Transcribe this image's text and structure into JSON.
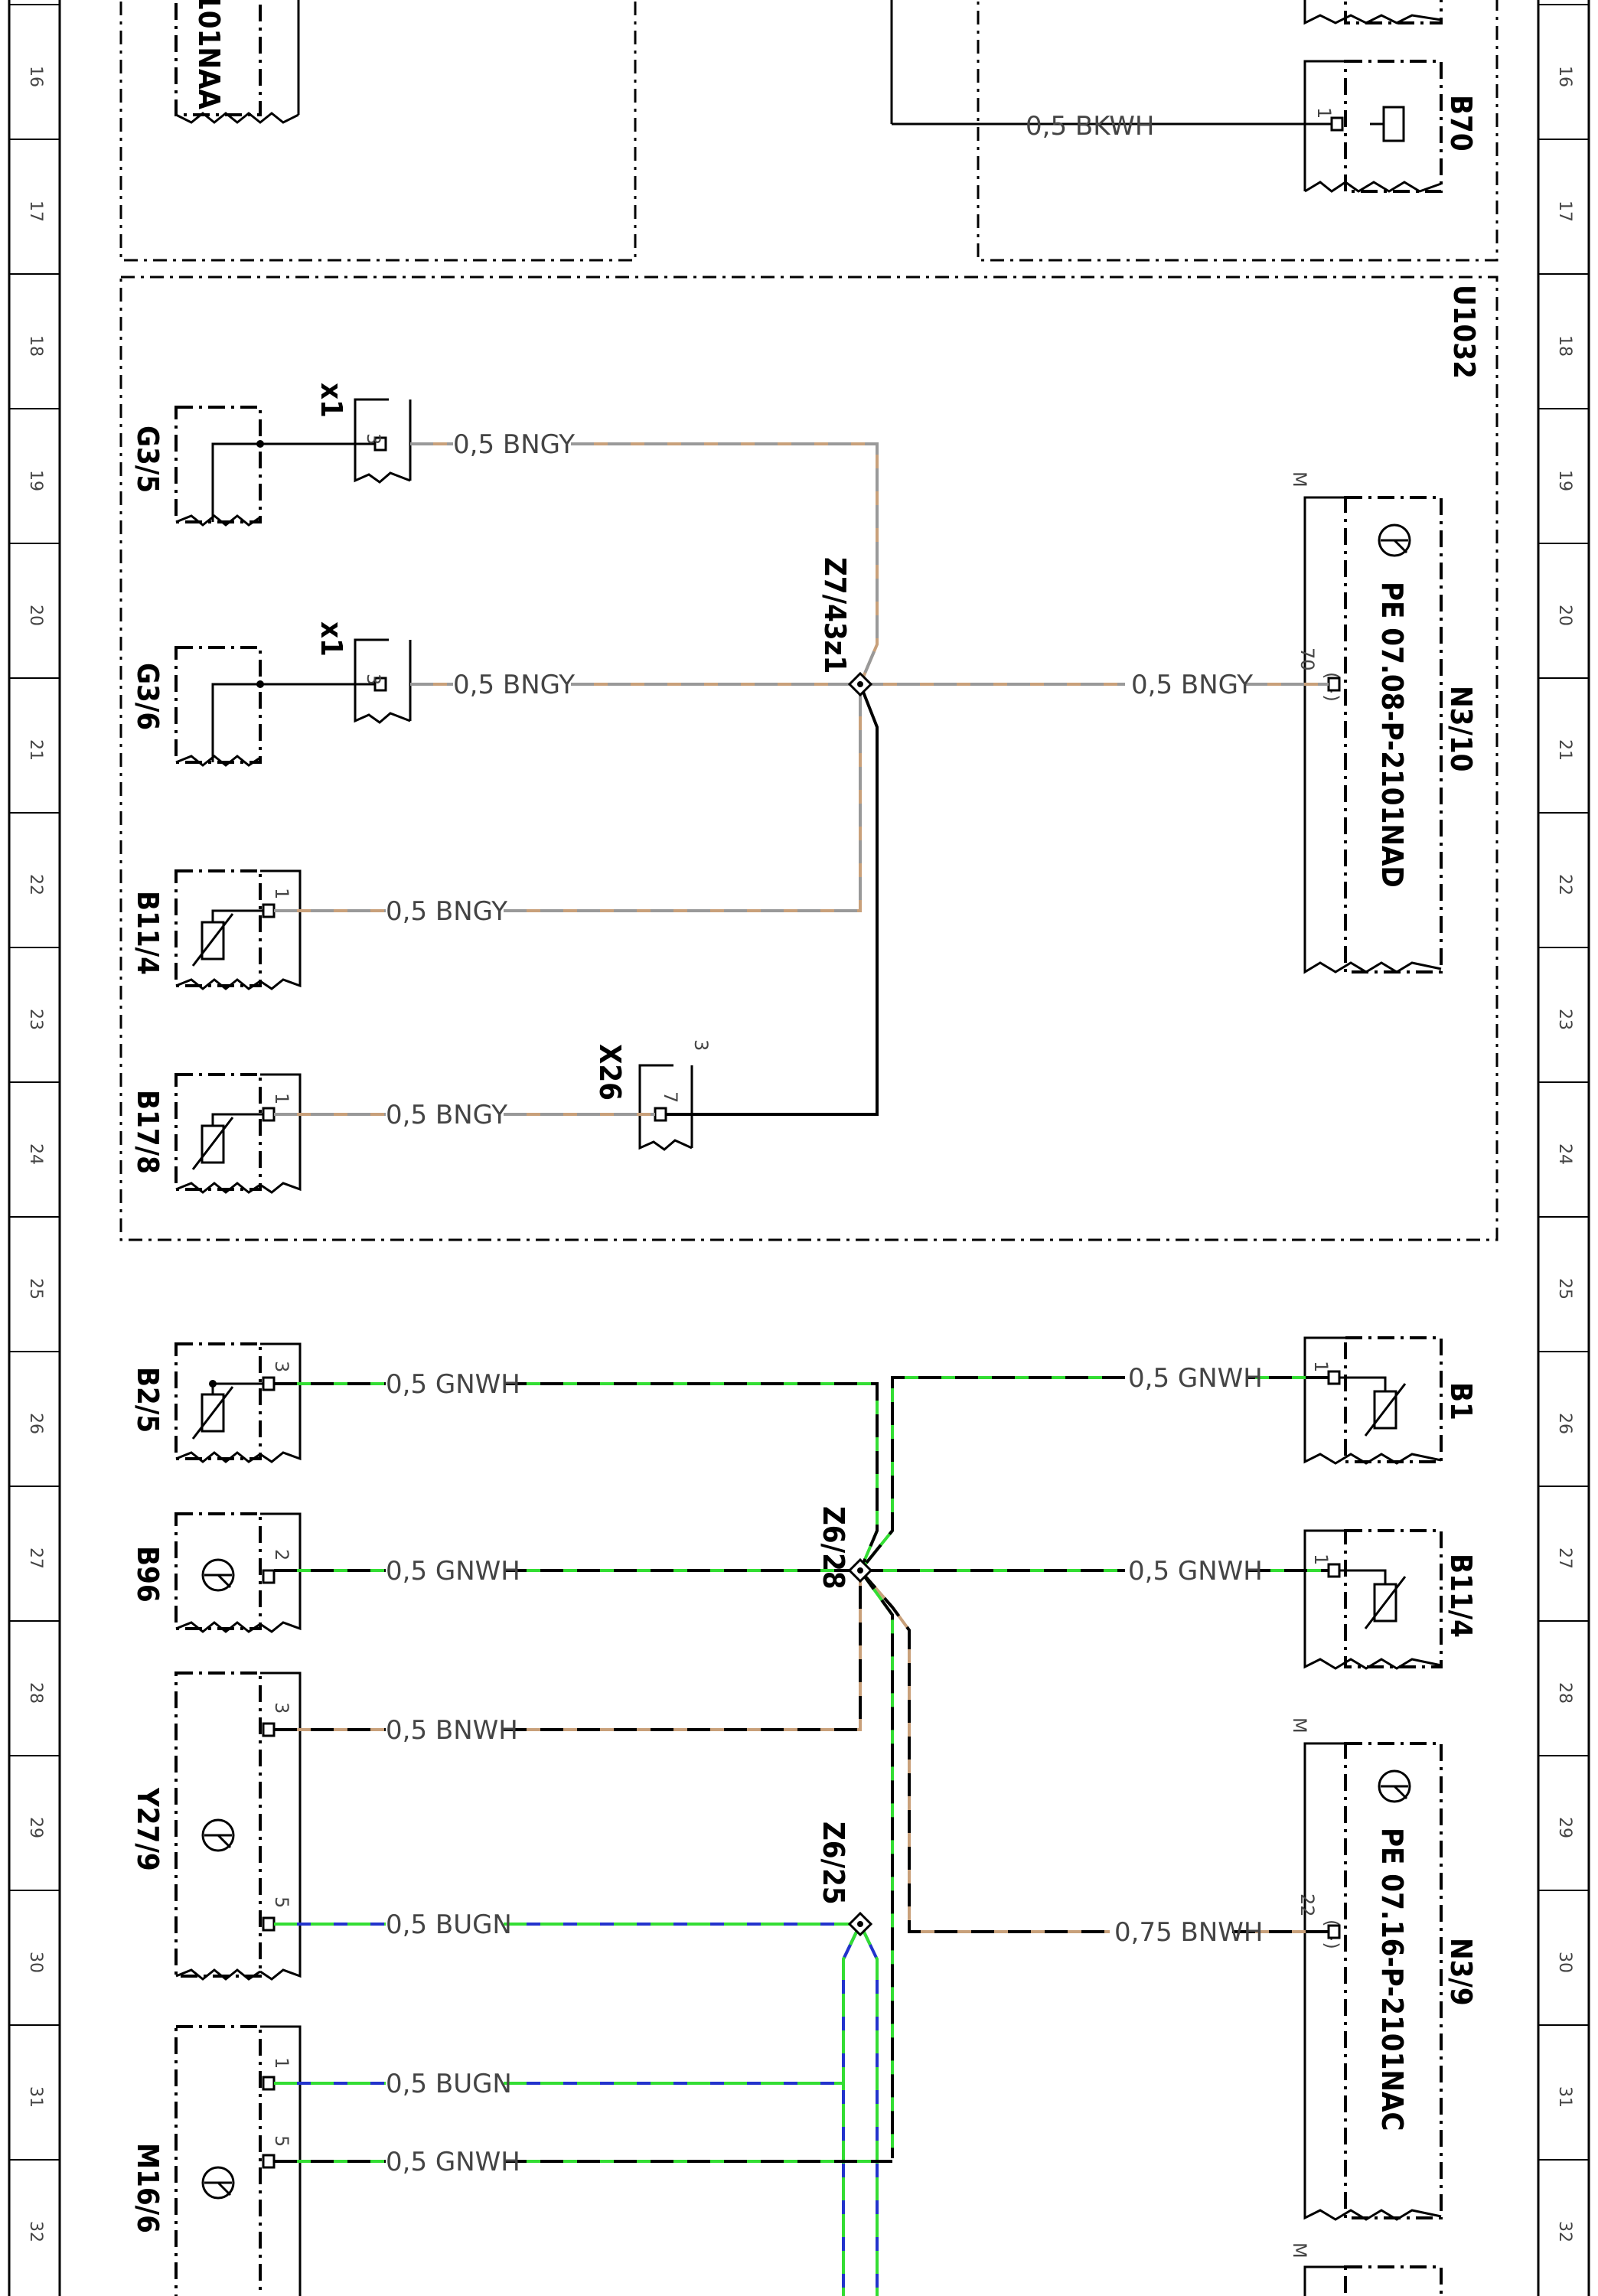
{
  "page_frame": {
    "row_numbers": [
      "16",
      "17",
      "18",
      "19",
      "20",
      "21",
      "22",
      "23",
      "24",
      "25",
      "26",
      "27",
      "28",
      "29",
      "30",
      "31",
      "32"
    ]
  },
  "areas": {
    "u1032": "U1032"
  },
  "colors": {
    "bngy": "#c8a07a",
    "bkwh": "#000000",
    "gnwh": "#33dd33",
    "bngn": "#2233cc",
    "bnwh": "#c8a07a"
  },
  "components": {
    "top_left_ecu": "101NAA",
    "b70": "B70",
    "b70_pin": "1",
    "g3_5": "G3/5",
    "g3_6": "G3/6",
    "b11_4_top": "B11/4",
    "b17_8": "B17/8",
    "n3_10": "N3/10",
    "n3_10_ref": "PE 07.08-P-2101NAD",
    "n3_10_pin": "70",
    "n3_10_sign": "(−)",
    "b2_5": "B2/5",
    "b96": "B96",
    "y27_9": "Y27/9",
    "m16_6": "M16/6",
    "b1": "B1",
    "b11_4_bottom": "B11/4",
    "n3_9": "N3/9",
    "n3_9_ref": "PE 07.16-P-2101NAC",
    "n3_9_pin": "22",
    "n3_9_sign": "(−)",
    "m_mark": "M"
  },
  "connectors": {
    "x1_a": "x1",
    "x1_a_pin": "3",
    "x1_b": "x1",
    "x1_b_pin": "3",
    "x26": "X26",
    "x26_pin": "7",
    "x26_count": "3"
  },
  "splices": {
    "z7_43z1": "Z7/43z1",
    "z6_28": "Z6/28",
    "z6_25": "Z6/25"
  },
  "wires": {
    "b70": "0,5 BKWH",
    "g3_5": "0,5 BNGY",
    "g3_6": "0,5 BNGY",
    "n3_10": "0,5 BNGY",
    "b11_4": "0,5 BNGY",
    "b17_8": "0,5 BNGY",
    "b2_5": "0,5 GNWH",
    "b1": "0,5 GNWH",
    "b96": "0,5 GNWH",
    "b11_4_bottom": "0,5 GNWH",
    "y27_9_3": "0,5 BNWH",
    "y27_9_5": "0,5 BUGN",
    "n3_9": "0,75 BNWH",
    "m16_6_1": "0,5 BUGN",
    "m16_6_5": "0,5 GNWH"
  },
  "pins": {
    "b11_4_top": "1",
    "b17_8": "1",
    "b2_5": "3",
    "b96": "2",
    "y27_9_3": "3",
    "y27_9_5": "5",
    "m16_6_1": "1",
    "m16_6_5": "5",
    "b1": "1",
    "b11_4_bottom": "1"
  }
}
